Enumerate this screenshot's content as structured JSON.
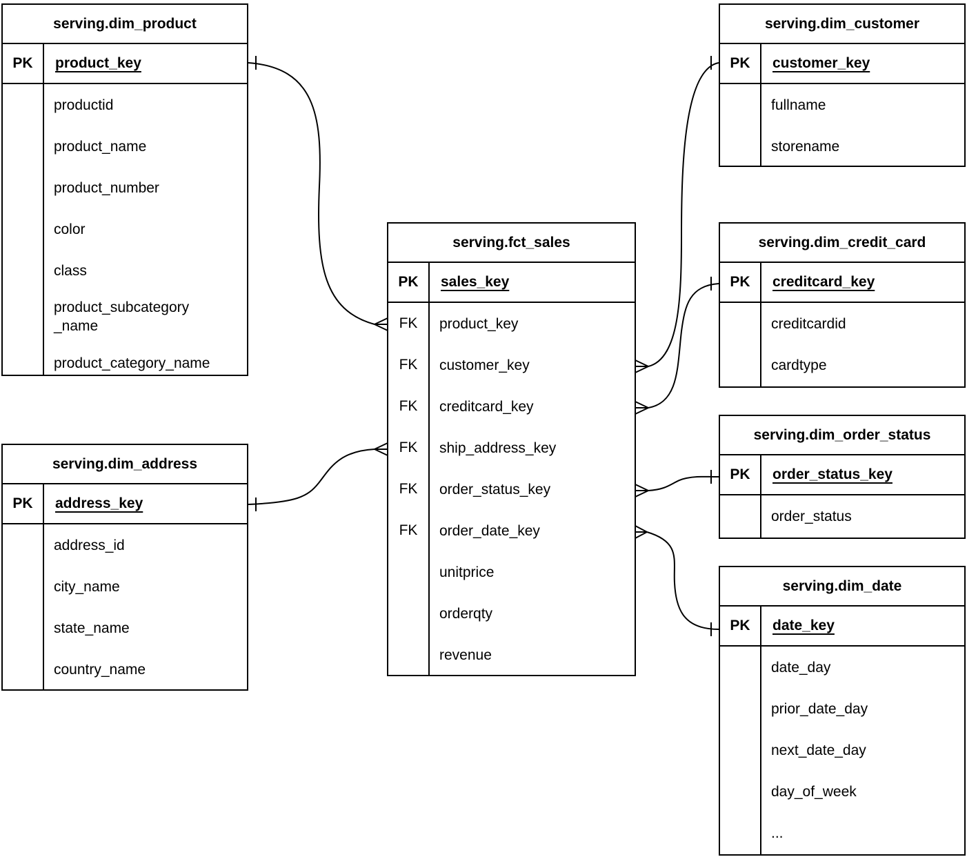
{
  "diagram": {
    "type": "entity-relationship",
    "notation": "crow's foot",
    "entities": [
      {
        "id": "dim_product",
        "title": "serving.dim_product",
        "primary_key": {
          "badge": "PK",
          "name": "product_key"
        },
        "fields": [
          {
            "badge": "",
            "name": "productid"
          },
          {
            "badge": "",
            "name": "product_name"
          },
          {
            "badge": "",
            "name": "product_number"
          },
          {
            "badge": "",
            "name": "color"
          },
          {
            "badge": "",
            "name": "class"
          },
          {
            "badge": "",
            "name": "product_subcategory_name"
          },
          {
            "badge": "",
            "name": "product_category_name"
          }
        ]
      },
      {
        "id": "dim_customer",
        "title": "serving.dim_customer",
        "primary_key": {
          "badge": "PK",
          "name": "customer_key"
        },
        "fields": [
          {
            "badge": "",
            "name": "fullname"
          },
          {
            "badge": "",
            "name": "storename"
          }
        ]
      },
      {
        "id": "fct_sales",
        "title": "serving.fct_sales",
        "primary_key": {
          "badge": "PK",
          "name": "sales_key"
        },
        "fields": [
          {
            "badge": "FK",
            "name": "product_key"
          },
          {
            "badge": "FK",
            "name": "customer_key"
          },
          {
            "badge": "FK",
            "name": "creditcard_key"
          },
          {
            "badge": "FK",
            "name": "ship_address_key"
          },
          {
            "badge": "FK",
            "name": "order_status_key"
          },
          {
            "badge": "FK",
            "name": "order_date_key"
          },
          {
            "badge": "",
            "name": "unitprice"
          },
          {
            "badge": "",
            "name": "orderqty"
          },
          {
            "badge": "",
            "name": "revenue"
          }
        ]
      },
      {
        "id": "dim_credit_card",
        "title": "serving.dim_credit_card",
        "primary_key": {
          "badge": "PK",
          "name": "creditcard_key"
        },
        "fields": [
          {
            "badge": "",
            "name": "creditcardid"
          },
          {
            "badge": "",
            "name": "cardtype"
          }
        ]
      },
      {
        "id": "dim_order_status",
        "title": "serving.dim_order_status",
        "primary_key": {
          "badge": "PK",
          "name": "order_status_key"
        },
        "fields": [
          {
            "badge": "",
            "name": "order_status"
          }
        ]
      },
      {
        "id": "dim_date",
        "title": "serving.dim_date",
        "primary_key": {
          "badge": "PK",
          "name": "date_key"
        },
        "fields": [
          {
            "badge": "",
            "name": "date_day"
          },
          {
            "badge": "",
            "name": "prior_date_day"
          },
          {
            "badge": "",
            "name": "next_date_day"
          },
          {
            "badge": "",
            "name": "day_of_week"
          },
          {
            "badge": "",
            "name": "..."
          }
        ]
      },
      {
        "id": "dim_address",
        "title": "serving.dim_address",
        "primary_key": {
          "badge": "PK",
          "name": "address_key"
        },
        "fields": [
          {
            "badge": "",
            "name": "address_id"
          },
          {
            "badge": "",
            "name": "city_name"
          },
          {
            "badge": "",
            "name": "state_name"
          },
          {
            "badge": "",
            "name": "country_name"
          }
        ]
      }
    ],
    "relationships": [
      {
        "from_table": "serving.dim_product",
        "from_field": "product_key",
        "from_cardinality": "one",
        "to_table": "serving.fct_sales",
        "to_field": "product_key",
        "to_cardinality": "many"
      },
      {
        "from_table": "serving.dim_customer",
        "from_field": "customer_key",
        "from_cardinality": "one",
        "to_table": "serving.fct_sales",
        "to_field": "customer_key",
        "to_cardinality": "many"
      },
      {
        "from_table": "serving.dim_credit_card",
        "from_field": "creditcard_key",
        "from_cardinality": "one",
        "to_table": "serving.fct_sales",
        "to_field": "creditcard_key",
        "to_cardinality": "many"
      },
      {
        "from_table": "serving.dim_address",
        "from_field": "address_key",
        "from_cardinality": "one",
        "to_table": "serving.fct_sales",
        "to_field": "ship_address_key",
        "to_cardinality": "many"
      },
      {
        "from_table": "serving.dim_order_status",
        "from_field": "order_status_key",
        "from_cardinality": "one",
        "to_table": "serving.fct_sales",
        "to_field": "order_status_key",
        "to_cardinality": "many"
      },
      {
        "from_table": "serving.dim_date",
        "from_field": "date_key",
        "from_cardinality": "one",
        "to_table": "serving.fct_sales",
        "to_field": "order_date_key",
        "to_cardinality": "many"
      }
    ]
  }
}
